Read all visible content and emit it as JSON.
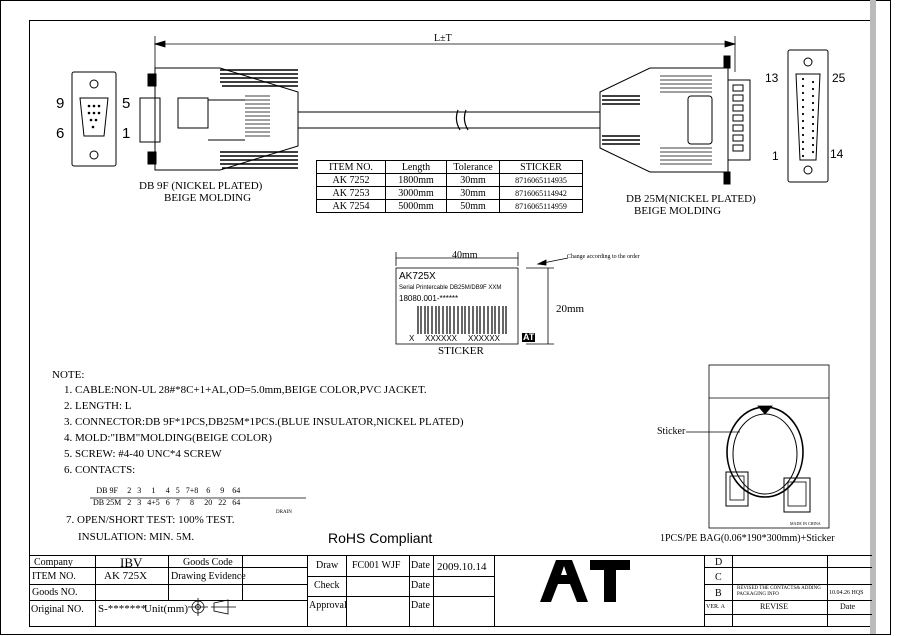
{
  "dimension": "L±T",
  "connectors": {
    "db9": {
      "pin_left_top": "9",
      "pin_right_top": "5",
      "pin_left_bottom": "6",
      "pin_right_bottom": "1",
      "title": "DB 9F (NICKEL PLATED)",
      "molding": "BEIGE MOLDING"
    },
    "db25": {
      "pin_left_top": "13",
      "pin_right_top": "25",
      "pin_left_bottom": "1",
      "pin_right_bottom": "14",
      "title": "DB 25M(NICKEL PLATED)",
      "molding": "BEIGE MOLDING"
    }
  },
  "item_table": {
    "headers": [
      "ITEM NO.",
      "Length",
      "Tolerance",
      "STICKER"
    ],
    "rows": [
      [
        "AK 7252",
        "1800mm",
        "30mm",
        "8716065114935"
      ],
      [
        "AK 7253",
        "3000mm",
        "30mm",
        "8716065114942"
      ],
      [
        "AK 7254",
        "5000mm",
        "50mm",
        "8716065114959"
      ]
    ]
  },
  "sticker": {
    "width_label": "40mm",
    "height_label": "20mm",
    "note": "Change according to the order",
    "line1": "AK725X",
    "line2": "Serial Printercable DB25M/DB9F XXM",
    "line3": "18080.001-******",
    "barcode_prefix": "X",
    "barcode_left": "XXXXXX",
    "barcode_right": "XXXXXX",
    "logo": "AT",
    "caption": "STICKER"
  },
  "notes": {
    "heading": "NOTE:",
    "items": [
      "1. CABLE:NON-UL 28#*8C+1+AL,OD=5.0mm,BEIGE COLOR,PVC JACKET.",
      "2. LENGTH: L",
      "3. CONNECTOR:DB 9F*1PCS,DB25M*1PCS.(BLUE INSULATOR,NICKEL PLATED)",
      "4. MOLD:\"IBM\"MOLDING(BEIGE COLOR)",
      "5. SCREW: #4-40 UNC*4  SCREW",
      "6. CONTACTS:"
    ],
    "contacts": {
      "db9_label": "DB 9F",
      "db9_pins": [
        "2",
        "3",
        "1",
        "4",
        "5",
        "7+8",
        "6",
        "9",
        "64"
      ],
      "db25_label": "DB 25M",
      "db25_pins": [
        "2",
        "3",
        "4+5",
        "6",
        "7",
        "8",
        "20",
        "22",
        "64"
      ],
      "drain": "DRAIN"
    },
    "item7": "7. OPEN/SHORT TEST: 100% TEST.",
    "insulation": "INSULATION: MIN. 5M."
  },
  "rohs": "RoHS Compliant",
  "bag": {
    "sticker_label": "Sticker",
    "made_in": "MADE IN CHINA",
    "caption": "1PCS/PE BAG(0.06*190*300mm)+Sticker"
  },
  "title_block": {
    "company_label": "Company",
    "company_value": "IBV",
    "goods_code_label": "Goods Code",
    "item_no_label": "ITEM NO.",
    "item_no_value": "AK 725X",
    "drawing_evidence_label": "Drawing Evidence",
    "goods_no_label": "Goods NO.",
    "original_no_label": "Original NO.",
    "original_no_value": "S-*******",
    "unit_label": "Unit(mm)",
    "draw_label": "Draw",
    "draw_value": "FC001 WJF",
    "date_label": "Date",
    "draw_date": "2009.10.14",
    "check_label": "Check",
    "approval_label": "Approval",
    "logo": "AT",
    "rev_rows": [
      {
        "ver": "D",
        "desc": "",
        "date": ""
      },
      {
        "ver": "C",
        "desc": "",
        "date": ""
      },
      {
        "ver": "B",
        "desc": "REVISED THE CONTACTS& ADDING PACKAGING INFO",
        "date": "10.04.26 HQS"
      }
    ],
    "ver_label": "VER. A",
    "revise_label": "REVISE",
    "rev_date_label": "Date"
  }
}
